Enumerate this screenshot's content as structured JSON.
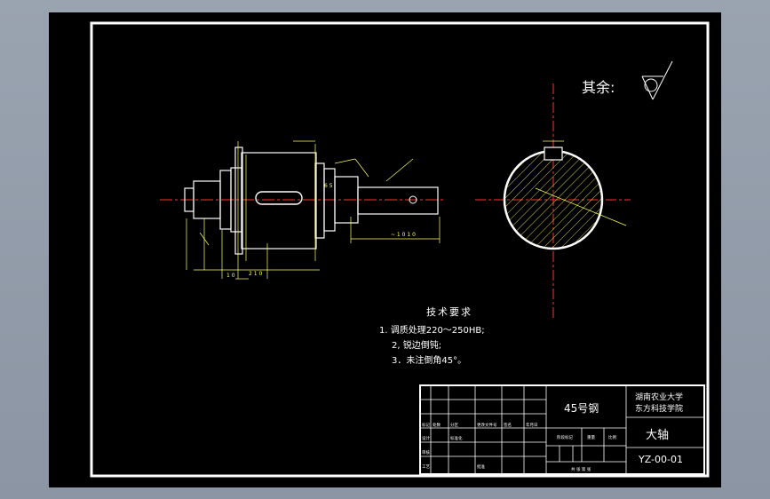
{
  "drawing": {
    "surface_note": {
      "label": "其余:"
    },
    "dimensions": {
      "overall_hint": "~ 1 0 1 0",
      "left_span": "2 1 0",
      "small_a": "1 0",
      "small_b": "6 5"
    },
    "tech_requirements": {
      "title": "技术要求",
      "items": [
        "1.  调质处理220～250HB;",
        "2, 锐边倒钝;",
        "3．未注倒角45°。"
      ]
    },
    "title_block": {
      "material": "45号钢",
      "school_line1": "湖南农业大学",
      "school_line2": "东方科技学院",
      "part_name": "大轴",
      "drawing_no": "YZ-00-01",
      "grid_labels": [
        "标记",
        "处数",
        "分区",
        "更改文件号",
        "签名",
        "年月日",
        "设计",
        "标准化",
        "阶段标记",
        "重量",
        "比例",
        "审核",
        "工艺",
        "批准"
      ],
      "footer": "共 张  第 张"
    }
  }
}
